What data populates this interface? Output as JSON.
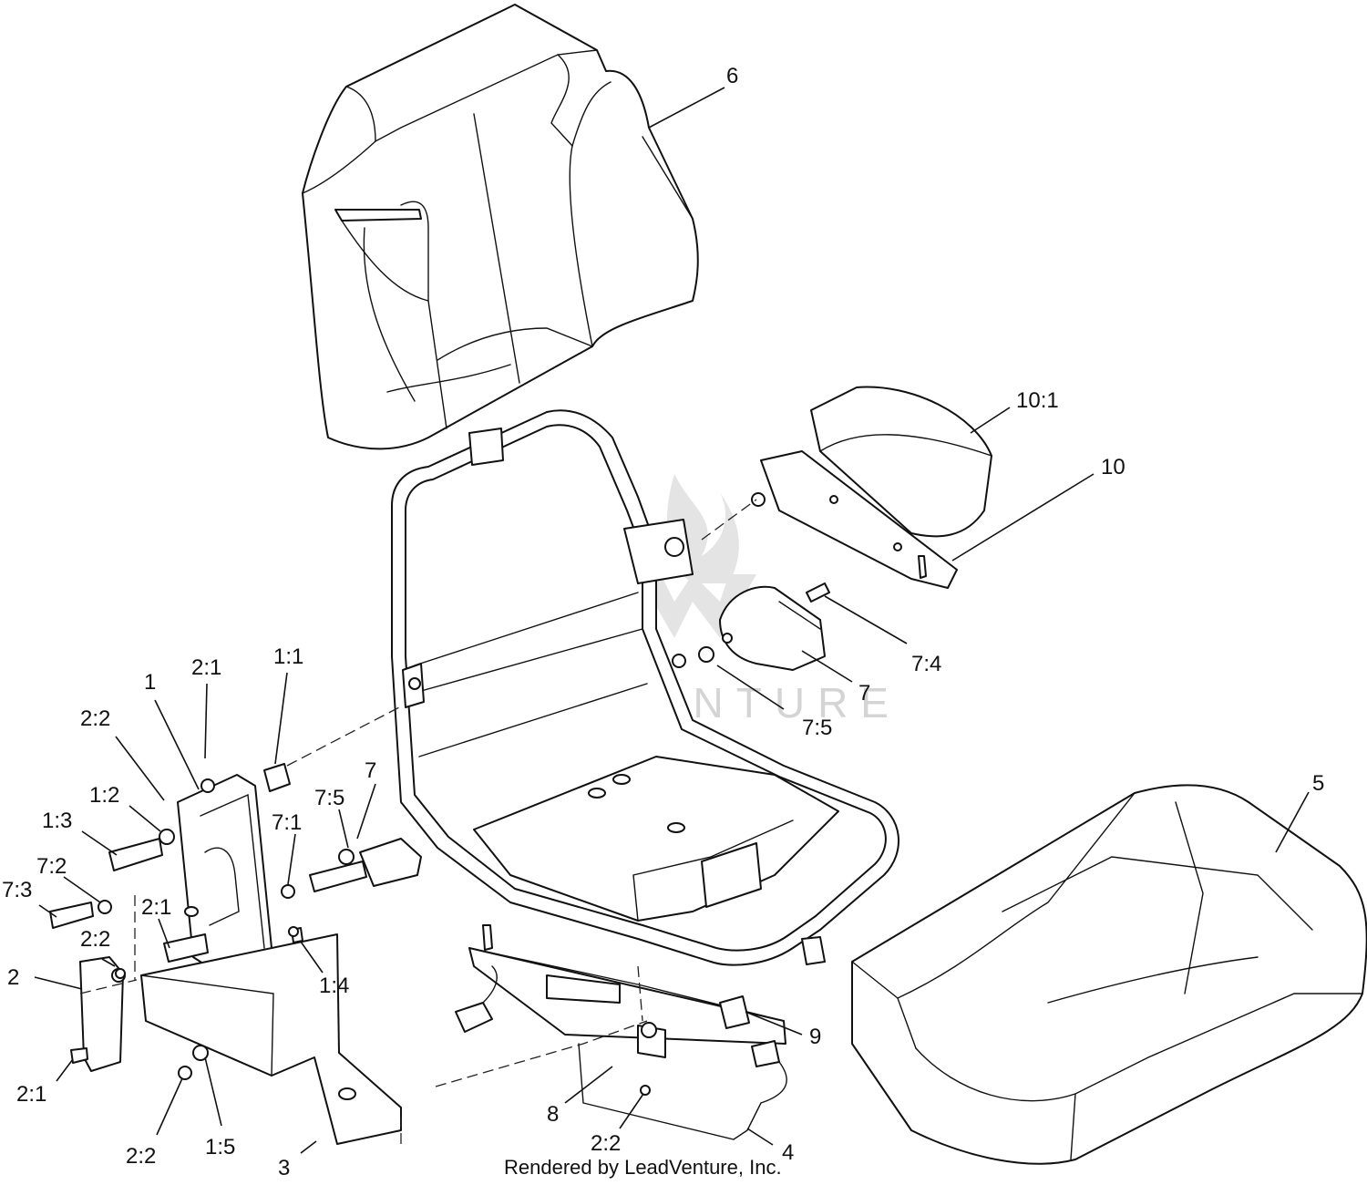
{
  "watermark": "LEADVENTURE",
  "footer": "Rendered by LeadVenture, Inc.",
  "callouts": [
    {
      "id": "c6",
      "label": "6"
    },
    {
      "id": "c10_1",
      "label": "10:1"
    },
    {
      "id": "c10",
      "label": "10"
    },
    {
      "id": "c7_4",
      "label": "7:4"
    },
    {
      "id": "c7_right",
      "label": "7"
    },
    {
      "id": "c7_5_right",
      "label": "7:5"
    },
    {
      "id": "c5",
      "label": "5"
    },
    {
      "id": "c2_1_top",
      "label": "2:1"
    },
    {
      "id": "c1_1",
      "label": "1:1"
    },
    {
      "id": "c1",
      "label": "1"
    },
    {
      "id": "c2_2_top",
      "label": "2:2"
    },
    {
      "id": "c1_2",
      "label": "1:2"
    },
    {
      "id": "c1_3",
      "label": "1:3"
    },
    {
      "id": "c7_2",
      "label": "7:2"
    },
    {
      "id": "c7_3",
      "label": "7:3"
    },
    {
      "id": "c7_5_left",
      "label": "7:5"
    },
    {
      "id": "c7_left",
      "label": "7"
    },
    {
      "id": "c7_1",
      "label": "7:1"
    },
    {
      "id": "c2_1_mid",
      "label": "2:1"
    },
    {
      "id": "c2_2_mid",
      "label": "2:2"
    },
    {
      "id": "c2",
      "label": "2"
    },
    {
      "id": "c1_4",
      "label": "1:4"
    },
    {
      "id": "c9",
      "label": "9"
    },
    {
      "id": "c2_1_bottom",
      "label": "2:1"
    },
    {
      "id": "c2_2_bottom",
      "label": "2:2"
    },
    {
      "id": "c1_5",
      "label": "1:5"
    },
    {
      "id": "c3",
      "label": "3"
    },
    {
      "id": "c8",
      "label": "8"
    },
    {
      "id": "c2_2_lower",
      "label": "2:2"
    },
    {
      "id": "c4",
      "label": "4"
    }
  ]
}
